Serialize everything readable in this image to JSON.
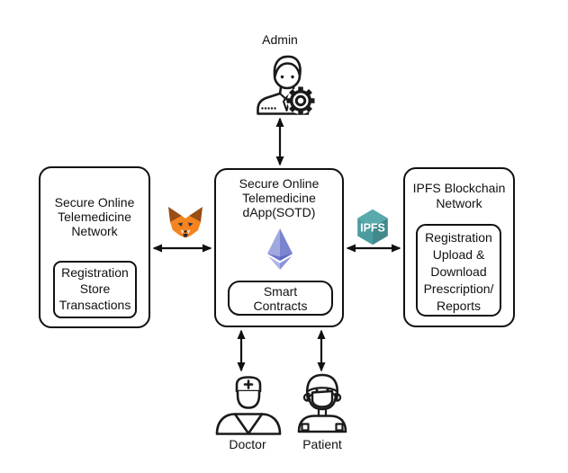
{
  "admin": {
    "label": "Admin"
  },
  "left_box": {
    "title_lines": [
      "Secure Online",
      "Telemedicine",
      "Network"
    ],
    "inner_lines": [
      "Registration",
      "Store",
      "Transactions"
    ]
  },
  "center_box": {
    "title_lines": [
      "Secure Online",
      "Telemedicine",
      "dApp(SOTD)"
    ],
    "smart_contract_lines": [
      "Smart",
      "Contracts"
    ]
  },
  "right_box": {
    "title_lines": [
      "IPFS Blockchain",
      "Network"
    ],
    "inner_lines": [
      "Registration",
      "Upload &",
      "Download",
      "Prescription/",
      "Reports"
    ]
  },
  "connectors": {
    "left_icon": "metamask-fox-icon",
    "right_icon": "ipfs-cube-icon",
    "ipfs_label": "IPFS"
  },
  "actors": {
    "doctor_label": "Doctor",
    "patient_label": "Patient"
  },
  "icons": {
    "admin": "admin-user-gear-icon",
    "center": "ethereum-logo-icon",
    "doctor": "doctor-icon",
    "patient": "patient-mask-icon"
  },
  "colors": {
    "outline": "#111111",
    "metamask_orange": "#F5841F",
    "metamask_ear": "#9A4D15",
    "metamask_dark": "#233447",
    "ipfs_teal": "#4A9C9F",
    "ipfs_teal_light": "#58AAAC",
    "ipfs_teal_dark": "#41898C",
    "eth_light": "#9FA8DF",
    "eth_dark": "#7A84D1",
    "eth_pale": "#AFB6E6",
    "eth_mid": "#8A93D8"
  }
}
